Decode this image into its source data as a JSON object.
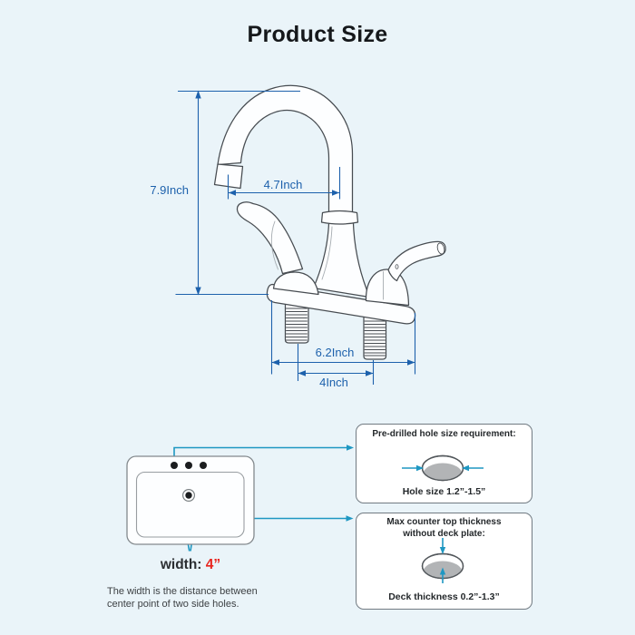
{
  "title": "Product Size",
  "dimensions": {
    "height": "7.9Inch",
    "reach": "4.7Inch",
    "base_width": "6.2Inch",
    "hole_spacing": "4Inch"
  },
  "sink": {
    "width_label": "width:",
    "width_value": "4”",
    "caption_line1": "The width is the distance between",
    "caption_line2": "center point of two side holes."
  },
  "boxes": {
    "hole": {
      "title": "Pre-drilled hole size requirement:",
      "caption": "Hole size 1.2”-1.5”"
    },
    "thickness": {
      "title_line1": "Max counter top thickness",
      "title_line2": "without deck plate:",
      "caption": "Deck thickness 0.2”-1.3”"
    }
  },
  "colors": {
    "background": "#eaf4f9",
    "dimension_blue": "#1d61ac",
    "arrow_teal": "#1e97c2",
    "accent_red": "#e8251e",
    "outline_dark": "#474c51"
  }
}
